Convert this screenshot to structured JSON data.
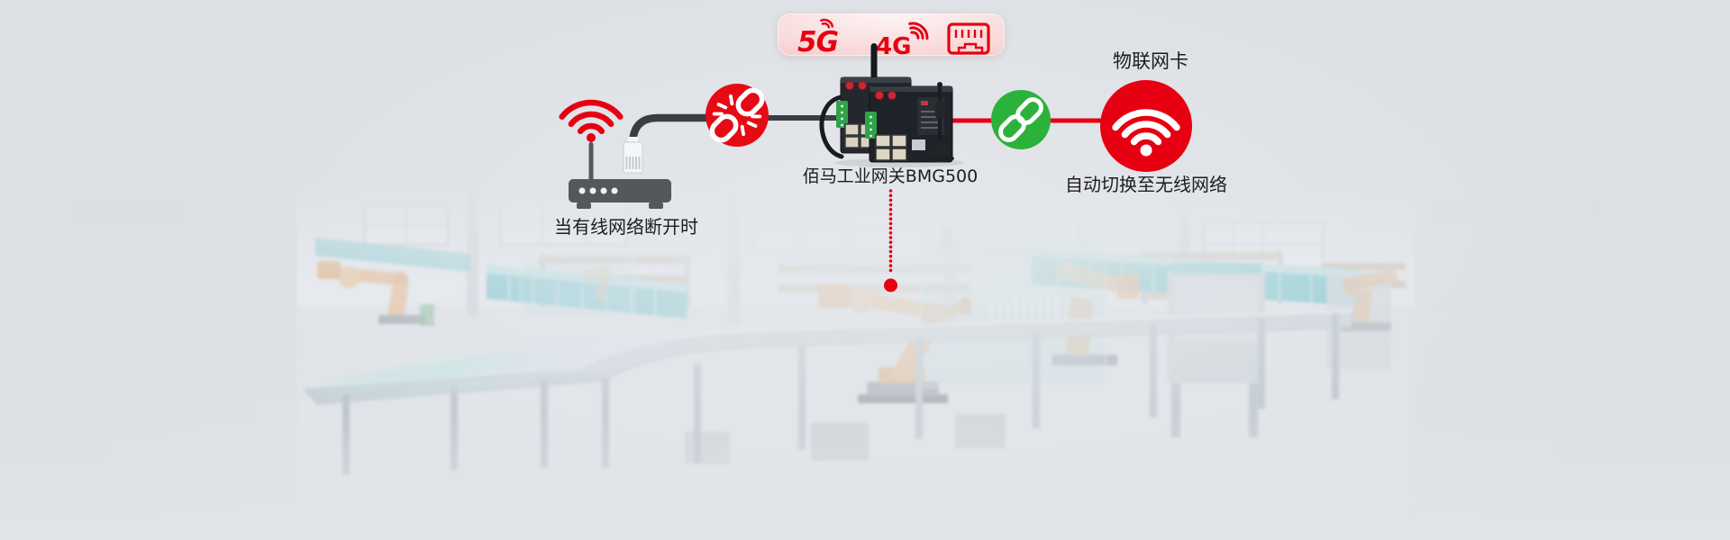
{
  "badge": {
    "label_5g": "5G",
    "label_4g": "4G"
  },
  "captions": {
    "router": "当有线网络断开时",
    "gateway": "佰马工业网关BMG500",
    "iot_title": "物联网卡",
    "iot": "自动切换至无线网络"
  },
  "colors": {
    "background": "#dcdfe3",
    "accent_red": "#e60012",
    "link_green": "#2cb23a",
    "dark_line": "#3a3e42",
    "router_gray": "#54585c",
    "device_black": "#1f2228",
    "text_dark": "#1d1d1d",
    "badge_pink": "#f8d9d9",
    "factory_teal": "#46c2ca",
    "robot_orange": "#f2a85e"
  },
  "icons": {
    "badge_signal_5g": "5g-signal-arcs",
    "badge_signal_4g": "4g-signal-arcs",
    "badge_port": "ethernet-port",
    "router_signal": "wifi-signal",
    "break": "broken-link",
    "link": "link-connected",
    "iot": "wifi-circle"
  }
}
